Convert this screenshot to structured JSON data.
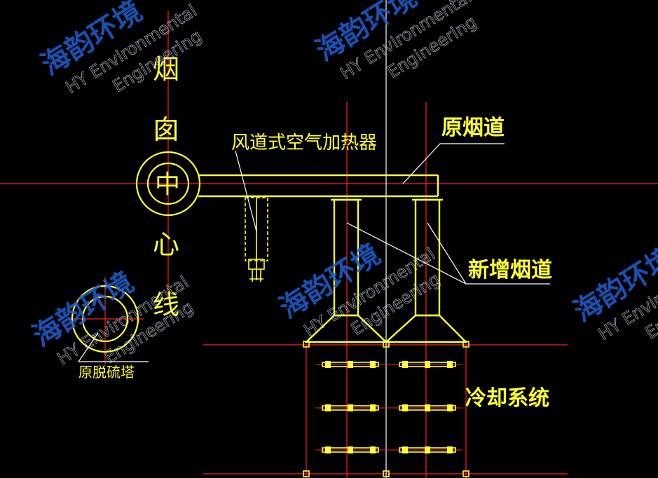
{
  "labels": {
    "chimney_center_line": [
      "烟",
      "囱",
      "中",
      "心",
      "线"
    ],
    "duct_heater": "风道式空气加热器",
    "original_flue": "原烟道",
    "new_flue": "新增烟道",
    "original_desulfurization_tower": "原脱硫塔",
    "cooling_system": "冷却系统"
  },
  "watermark": {
    "cn": "海韵环境",
    "en_line1": "HY Environmental",
    "en_line2": "Engineering"
  },
  "colors": {
    "background": "#000000",
    "drawing": "#ffff33",
    "centerline": "#ff0000",
    "leader": "#ffffff",
    "watermark": "#1f5fd0"
  }
}
